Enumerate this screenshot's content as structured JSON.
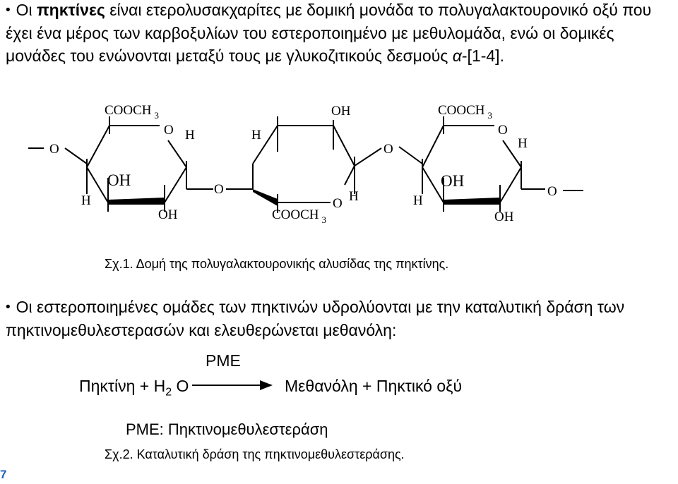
{
  "para1": {
    "bullet": "•",
    "lead": "Οι ",
    "term": "πηκτίνες",
    "rest1": " είναι ετερολυσακχαρίτες με δομική μονάδα το πολυγαλακτουρονικό οξύ που έχει ένα μέρος των καρβοξυλίων του εστεροποιημένο με μεθυλομάδα, ενώ οι δομικές μονάδες του ενώνονται μεταξύ τους με γλυκοζιτικούς δεσμούς ",
    "alpha": "α",
    "rest2": "-[1-4]."
  },
  "structure": {
    "o_atom": "O",
    "h_atom": "H",
    "oh_group": "OH",
    "ester_group": "COOCH",
    "ester_sub": "3"
  },
  "caption1": "Σχ.1. Δομή της πολυγαλακτουρονικής αλυσίδας της πηκτίνης.",
  "para2": {
    "bullet": "•",
    "text": "Οι εστεροποιημένες ομάδες των πηκτινών υδρολύονται με την καταλυτική δράση των πηκτινομεθυλεστερασών και ελευθερώνεται μεθανόλη:"
  },
  "reaction": {
    "enzyme": "PME",
    "left_a": "Πηκτίνη + H",
    "left_sub": "2",
    "left_b": " O",
    "right": "Μεθανόλη + Πηκτικό οξύ"
  },
  "definition": "PME: Πηκτινομεθυλεστεράση",
  "caption2": "Σχ.2. Καταλυτική δράση της πηκτινομεθυλεστεράσης.",
  "page_number": "7"
}
